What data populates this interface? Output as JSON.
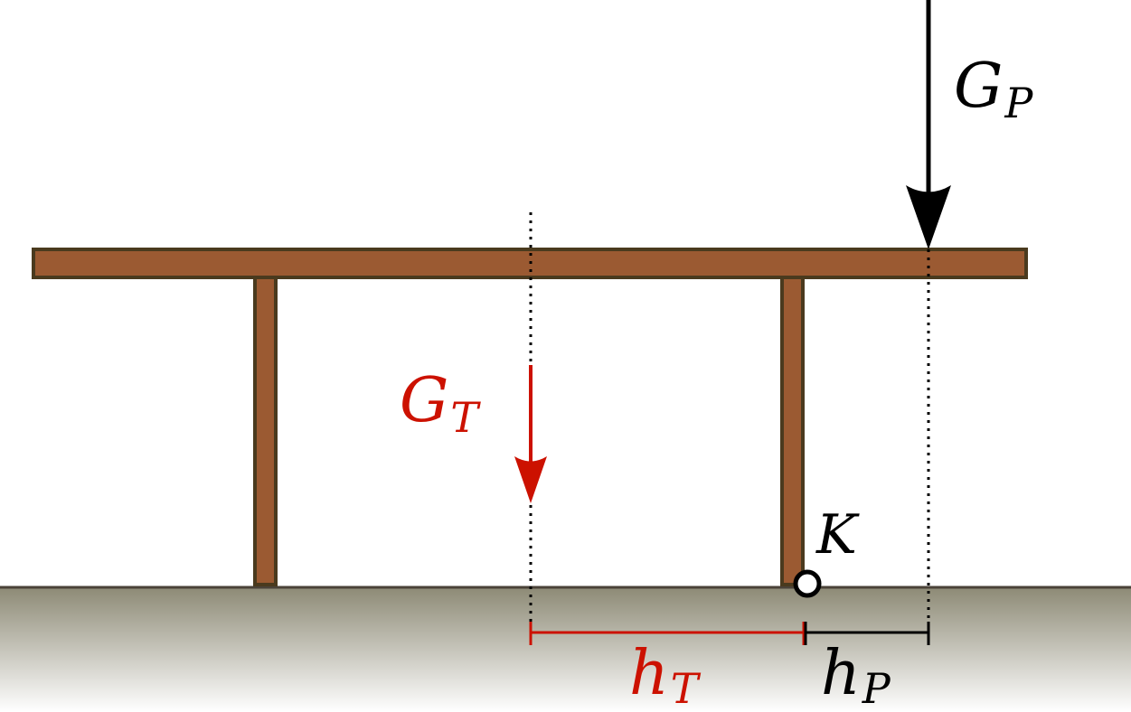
{
  "labels": {
    "gp": {
      "main": "G",
      "sub": "P"
    },
    "gt": {
      "main": "G",
      "sub": "T"
    },
    "k": "K",
    "ht": {
      "main": "h",
      "sub": "T"
    },
    "hp": {
      "main": "h",
      "sub": "P"
    }
  },
  "colors": {
    "wood": "#9b5a32",
    "wood_edge": "#4a3a1e",
    "ground_top": "#8d8a75",
    "ground_bottom": "#ffffff",
    "ground_line": "#4a4238",
    "black": "#000000",
    "red": "#cc1100"
  }
}
